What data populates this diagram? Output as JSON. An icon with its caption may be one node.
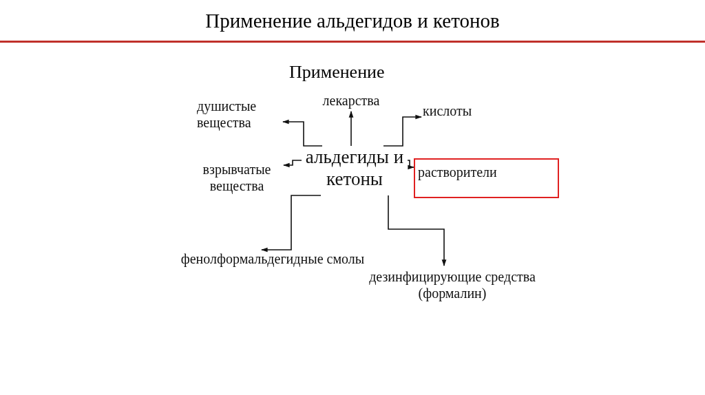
{
  "diagram": {
    "title": "Применение альдегидов и кетонов",
    "nodes": [
      {
        "text": [
          "альдегиды и кетоны"
        ]
      },
      {
        "text": [
          "душистые вещества"
        ]
      },
      {
        "text": [
          "лекарства"
        ]
      },
      {
        "text": [
          "кислоты"
        ]
      },
      {
        "text": [
          "взрывчатые вещества"
        ]
      },
      {
        "text": [
          "растворители"
        ]
      },
      {
        "text": [
          "фенолформальдегидные смолы"
        ]
      },
      {
        "text": [
          "дезинфицирующие средства (формалин)"
        ]
      }
    ],
    "edges": [
      {
        "from": 0,
        "to": 1,
        "arrow": "to"
      },
      {
        "from": 0,
        "to": 2,
        "arrow": "to"
      },
      {
        "from": 0,
        "to": 3,
        "arrow": "to"
      },
      {
        "from": 0,
        "to": 4,
        "arrow": "to"
      },
      {
        "from": 0,
        "to": 5,
        "arrow": "to"
      },
      {
        "from": 0,
        "to": 6,
        "arrow": "to"
      },
      {
        "from": 0,
        "to": 7,
        "arrow": "to"
      }
    ],
    "labels": [
      "Применение"
    ]
  }
}
